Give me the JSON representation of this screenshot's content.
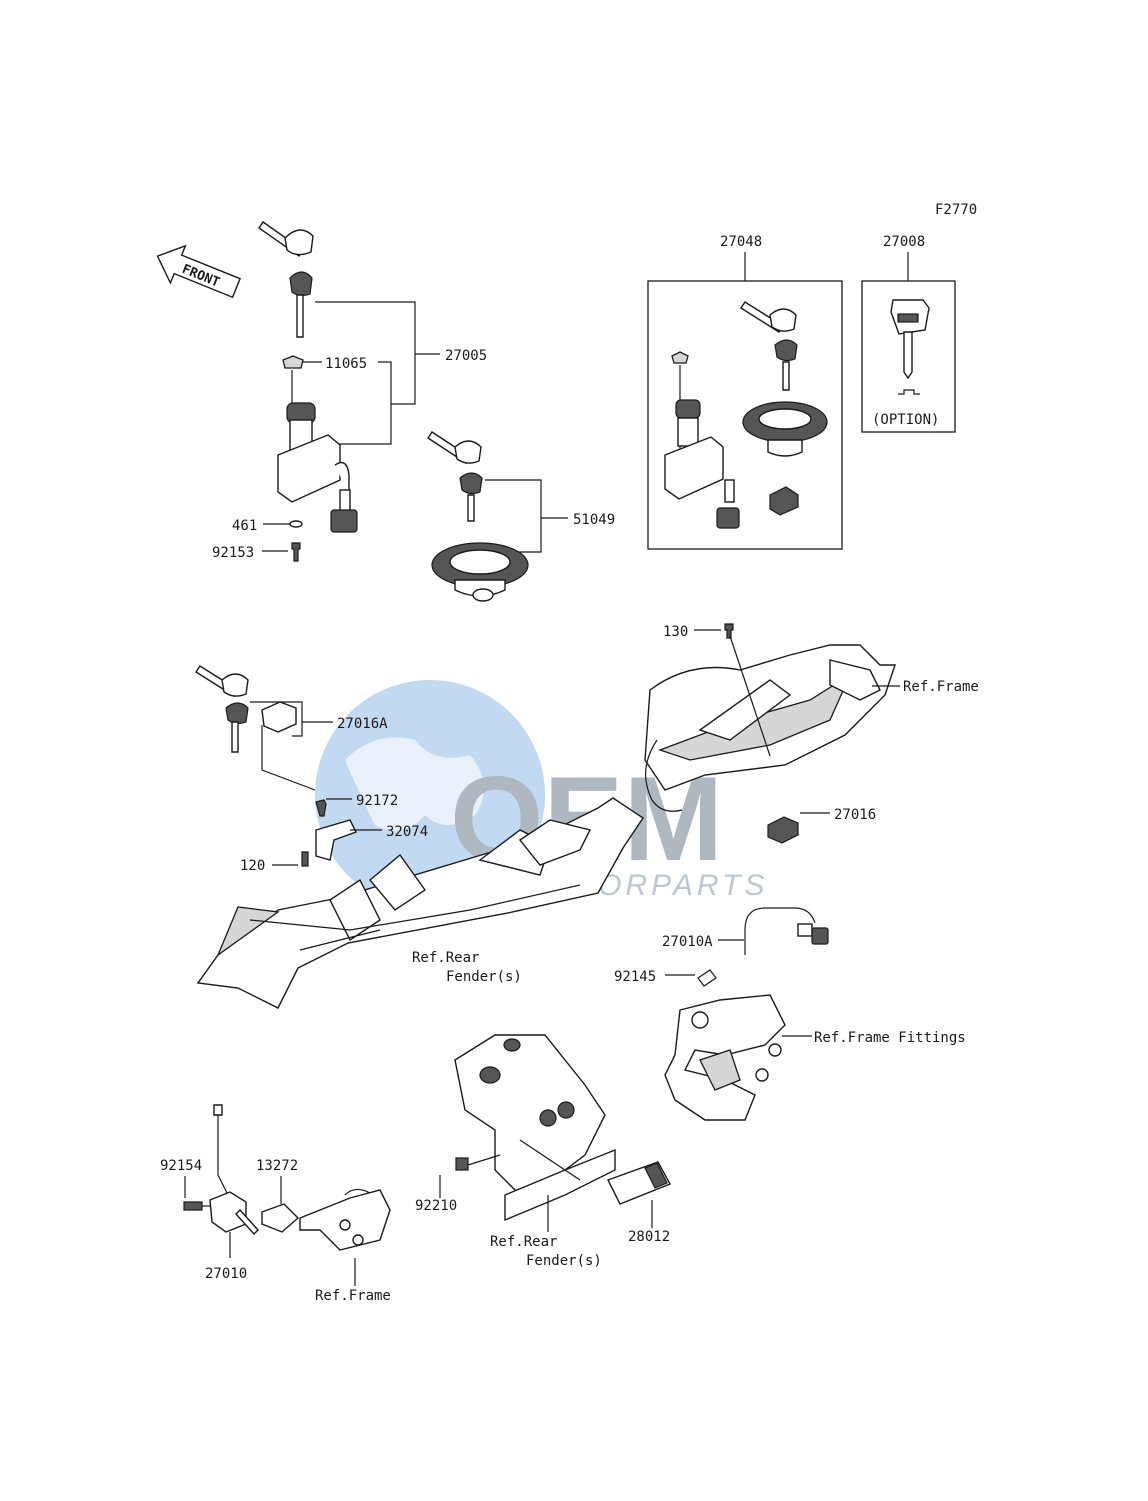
{
  "diagram": {
    "code": "F2770",
    "front_label": "FRONT",
    "watermark": {
      "logo_text": "OEM",
      "sub_text": "MOTORPARTS",
      "color": "#5b9bd5"
    }
  },
  "labels": {
    "p27048": "27048",
    "p27008": "27008",
    "option": "(OPTION)",
    "p27005": "27005",
    "p11065": "11065",
    "p461": "461",
    "p92153": "92153",
    "p51049": "51049",
    "p130": "130",
    "ref_frame_1": "Ref.Frame",
    "p27016A": "27016A",
    "p92172": "92172",
    "p32074": "32074",
    "p120": "120",
    "p27016": "27016",
    "ref_rear_fender_1a": "Ref.Rear",
    "ref_rear_fender_1b": "Fender(s)",
    "p27010A": "27010A",
    "p92145": "92145",
    "ref_frame_fittings": "Ref.Frame Fittings",
    "p92154": "92154",
    "p13272": "13272",
    "p27010": "27010",
    "ref_frame_2": "Ref.Frame",
    "p92210": "92210",
    "ref_rear_fender_2a": "Ref.Rear",
    "ref_rear_fender_2b": "Fender(s)",
    "p28012": "28012"
  }
}
